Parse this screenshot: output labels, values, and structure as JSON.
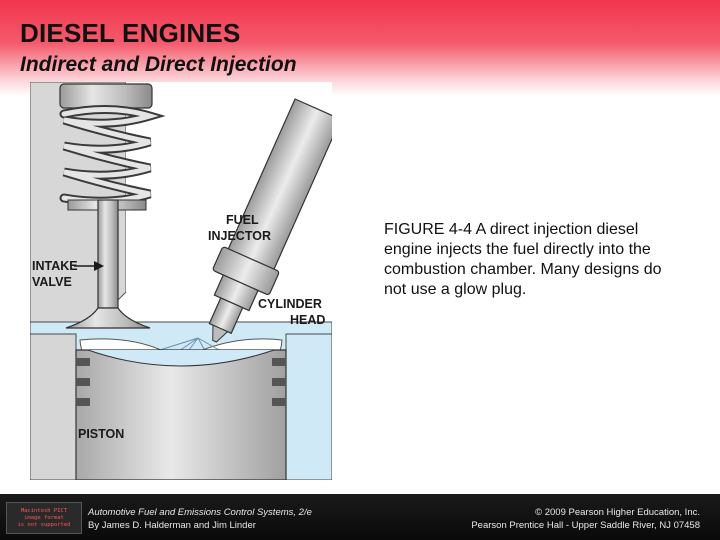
{
  "slide": {
    "title": "DIESEL ENGINES",
    "subtitle": "Indirect and Direct Injection"
  },
  "figure": {
    "labels": {
      "fuel_injector_line1": "FUEL",
      "fuel_injector_line2": "INJECTOR",
      "intake_valve_line1": "INTAKE",
      "intake_valve_line2": "VALVE",
      "cylinder_head_line1": "CYLINDER",
      "cylinder_head_line2": "HEAD",
      "piston": "PISTON"
    }
  },
  "caption": {
    "figure_number": "FIGURE 4-4",
    "text": " A direct injection diesel engine injects the fuel directly into the combustion chamber. Many designs do not use a glow plug."
  },
  "footer": {
    "badge_lines": [
      "Macintosh PICT",
      "image format",
      "is not supported"
    ],
    "book_title": "Automotive Fuel and Emissions Control Systems, 2/e",
    "authors": "By James D. Halderman and Jim Linder",
    "copyright": "© 2009 Pearson Higher Education, Inc.",
    "publisher": "Pearson Prentice Hall - Upper Saddle River, NJ 07458"
  },
  "colors": {
    "header_red": "#f2364f",
    "cylinder_head_blue": "#cfe9f6",
    "metal_gray": "#c9c9c9",
    "footer_black": "#111111"
  }
}
